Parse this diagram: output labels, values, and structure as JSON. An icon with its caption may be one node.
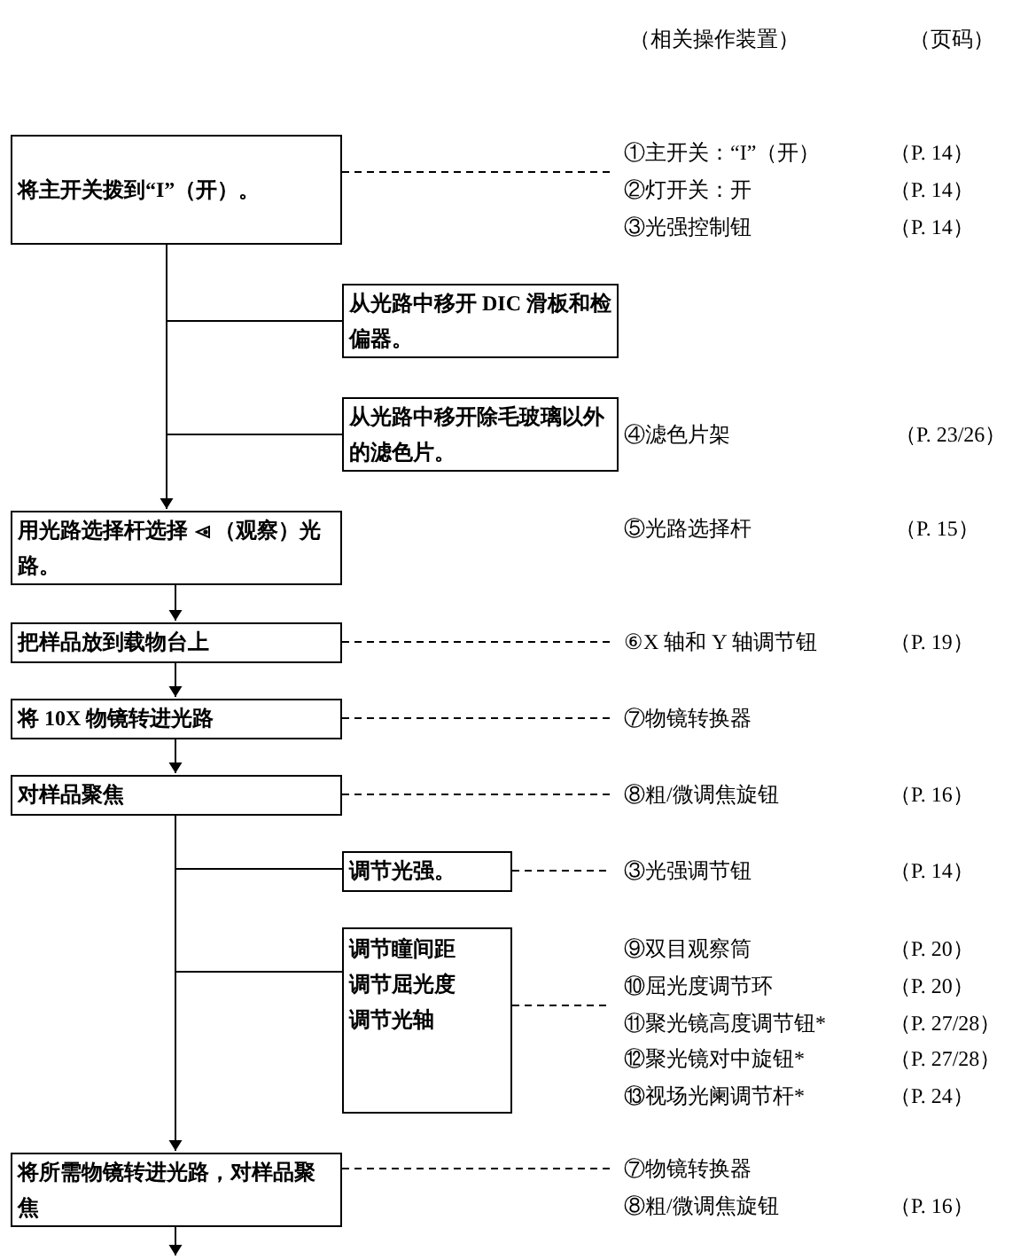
{
  "diagram": {
    "nodes": [
      {
        "text": [
          "将主开关拨到“I”（开）。"
        ]
      },
      {
        "text": [
          "从光路中移开 DIC 滑板和检偏器。"
        ]
      },
      {
        "text": [
          "从光路中移开除毛玻璃以外的滤色片。"
        ]
      },
      {
        "text": [
          "用光路选择杆选择",
          "（观察）光路。"
        ]
      },
      {
        "text": [
          "把样品放到载物台上"
        ]
      },
      {
        "text": [
          "将 10X 物镜转进光路"
        ]
      },
      {
        "text": [
          "对样品聚焦"
        ]
      },
      {
        "text": [
          "调节光强。"
        ]
      },
      {
        "text": [
          "调节瞳间距",
          "调节屈光度",
          "调节光轴"
        ]
      },
      {
        "text": [
          "将所需物镜转进光路，对样品聚焦"
        ]
      },
      {
        "text": [
          "①主开关：“I”（开）",
          "（P. 14）",
          "②灯开关：开",
          "（P. 14）",
          "③光强控制钮",
          "（P. 14）"
        ]
      },
      {
        "text": [
          "⑥X 轴和 Y 轴调节钮",
          "（P. 19）"
        ]
      },
      {
        "text": [
          "⑦物镜转换器"
        ]
      },
      {
        "text": [
          "⑧粗/微调焦旋钮",
          "（P. 16）"
        ]
      },
      {
        "text": [
          "③光强调节钮",
          "（P. 14）"
        ]
      },
      {
        "text": [
          "⑨双目观察筒",
          "（P. 20）",
          "⑩屈光度调节环",
          "（P. 20）",
          "⑪聚光镜高度调节钮*",
          "（P. 27/28）",
          "⑫聚光镜对中旋钮*",
          "（P. 27/28）",
          "⑬视场光阑调节杆*",
          "（P. 24）"
        ]
      },
      {
        "text": [
          "⑦物镜转换器",
          "⑧粗/微调焦旋钮",
          "（P. 16）"
        ]
      }
    ],
    "edges": [
      {
        "from": 0,
        "to": 3,
        "arrow": "to"
      },
      {
        "from": 0,
        "to": 1,
        "arrow": "none"
      },
      {
        "from": 0,
        "to": 2,
        "arrow": "none"
      },
      {
        "from": 3,
        "to": 4,
        "arrow": "to"
      },
      {
        "from": 4,
        "to": 5,
        "arrow": "to"
      },
      {
        "from": 5,
        "to": 6,
        "arrow": "to"
      },
      {
        "from": 6,
        "to": 9,
        "arrow": "to"
      },
      {
        "from": 6,
        "to": 7,
        "arrow": "none"
      },
      {
        "from": 6,
        "to": 8,
        "arrow": "none"
      },
      {
        "from": 9,
        "to": null,
        "arrow": "to"
      },
      {
        "from": 0,
        "to": 10,
        "arrow": "none",
        "style": "dashed"
      },
      {
        "from": 4,
        "to": 11,
        "arrow": "none",
        "style": "dashed"
      },
      {
        "from": 5,
        "to": 12,
        "arrow": "none",
        "style": "dashed"
      },
      {
        "from": 6,
        "to": 13,
        "arrow": "none",
        "style": "dashed"
      },
      {
        "from": 7,
        "to": 14,
        "arrow": "none",
        "style": "dashed"
      },
      {
        "from": 8,
        "to": 15,
        "arrow": "none",
        "style": "dashed"
      },
      {
        "from": 9,
        "to": 16,
        "arrow": "none",
        "style": "dashed"
      }
    ],
    "labels": [
      "（相关操作装置）",
      "（页码）",
      "④滤色片架",
      "（P. 23/26）",
      "⑤光路选择杆",
      "（P. 15）"
    ]
  }
}
